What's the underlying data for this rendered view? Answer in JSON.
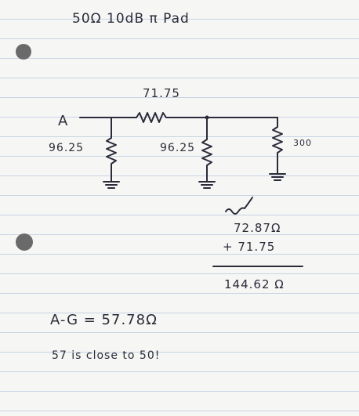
{
  "title": "50Ω  10dB π Pad",
  "node_label": "A",
  "resistors": {
    "series": "71.75",
    "shunt_left": "96.25",
    "shunt_right": "96.25",
    "load": "300"
  },
  "calc": {
    "parallel": "72.87Ω",
    "add": "+ 71.75",
    "sum": "144.62 Ω"
  },
  "result": "A-G = 57.78Ω",
  "note": "57 is close to 50!",
  "colors": {
    "ink": "#2b2b3a",
    "paper": "#f6f6f4",
    "rule": "#c9d4e4"
  }
}
